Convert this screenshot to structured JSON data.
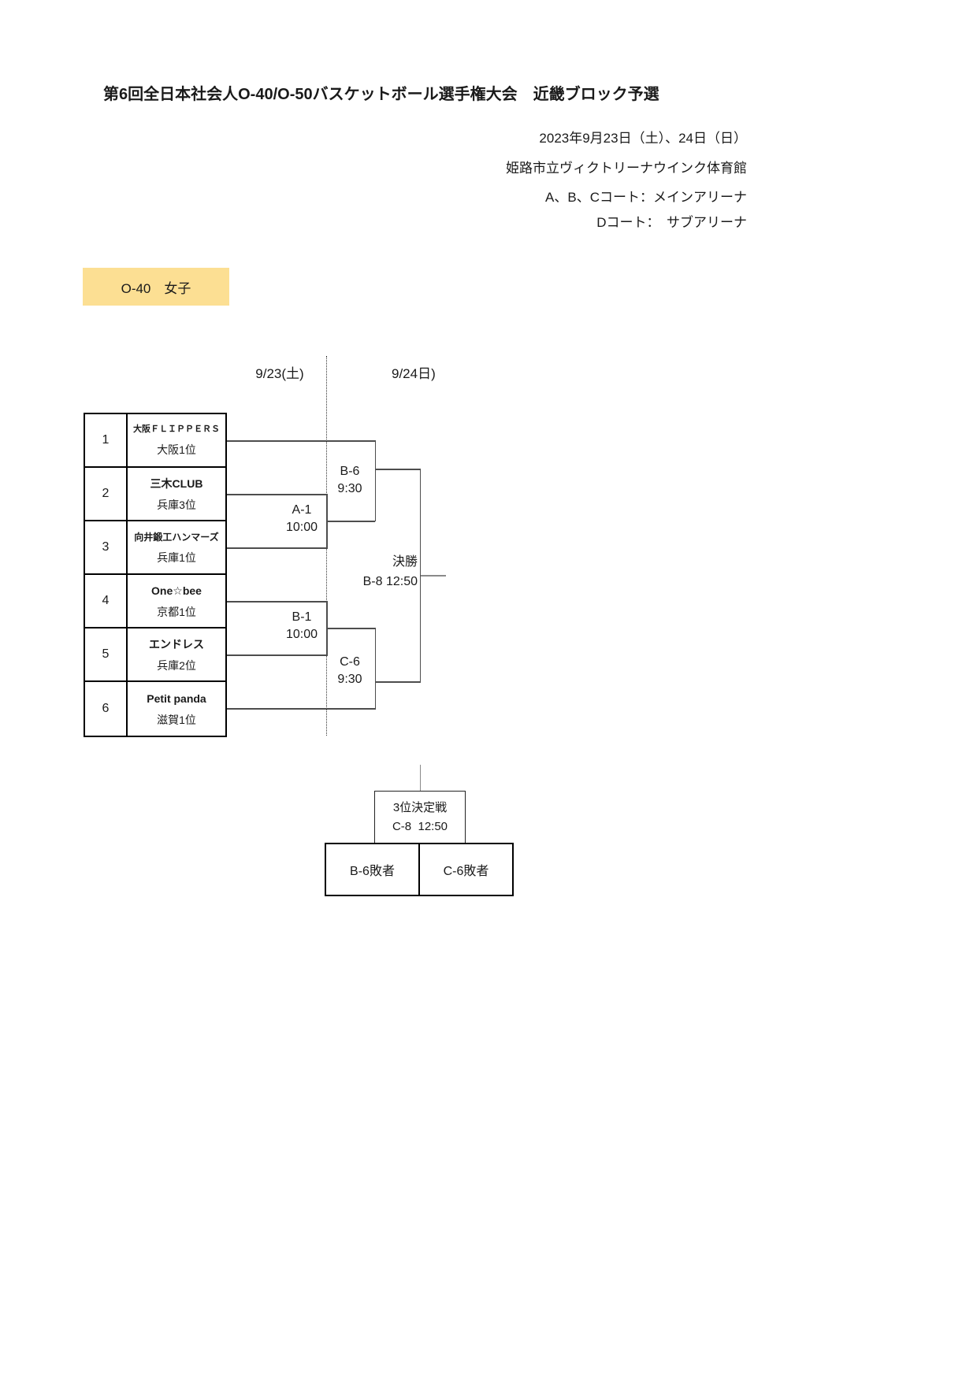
{
  "header": {
    "title": "第6回全日本社会人O-40/O-50バスケットボール選手権大会　近畿ブロック予選",
    "info_lines": [
      "2023年9月23日（土）、24日（日）",
      "姫路市立ヴィクトリーナウインク体育館",
      "A、B、Cコート：メインアリーナ",
      "Dコート：　サブアリーナ"
    ]
  },
  "category": {
    "label": "O-40　女子",
    "highlight_color": "#fcdf93"
  },
  "bracket": {
    "day_left": "9/23(土)",
    "day_right": "9/24日)",
    "teams": [
      {
        "no": "1",
        "name": "大阪ＦＬＩＰＰＥＲＳ",
        "seed": "大阪1位"
      },
      {
        "no": "2",
        "name": "三木CLUB",
        "seed": "兵庫3位"
      },
      {
        "no": "3",
        "name": "向井鍛工ハンマーズ",
        "seed": "兵庫1位"
      },
      {
        "no": "4",
        "name": "One☆bee",
        "seed": "京都1位"
      },
      {
        "no": "5",
        "name": "エンドレス",
        "seed": "兵庫2位"
      },
      {
        "no": "6",
        "name": "Petit panda",
        "seed": "滋賀1位"
      }
    ],
    "matches": {
      "a1": {
        "code": "A-1",
        "time": "10:00"
      },
      "b1": {
        "code": "B-1",
        "time": "10:00"
      },
      "b6": {
        "code": "B-6",
        "time": "9:30"
      },
      "c6": {
        "code": "C-6",
        "time": "9:30"
      },
      "final": {
        "label": "決勝",
        "code_time": "B-8 12:50"
      }
    }
  },
  "third_place": {
    "title": "3位決定戦",
    "code_time": "C-8  12:50",
    "left_slot": "B-6敗者",
    "right_slot": "C-6敗者"
  }
}
